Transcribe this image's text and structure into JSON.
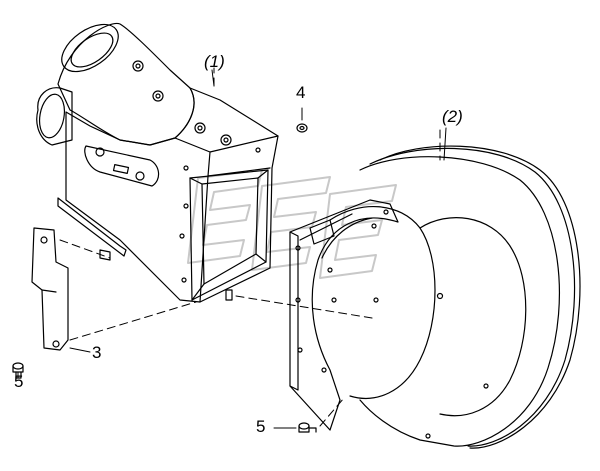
{
  "labels": {
    "part1": "(1)",
    "part2": "(2)",
    "part3": "3",
    "part4": "4",
    "part5_left": "5",
    "part5_right": "5"
  },
  "colors": {
    "line": "#000000",
    "watermark": "#c8c8c8",
    "background": "#ffffff"
  }
}
